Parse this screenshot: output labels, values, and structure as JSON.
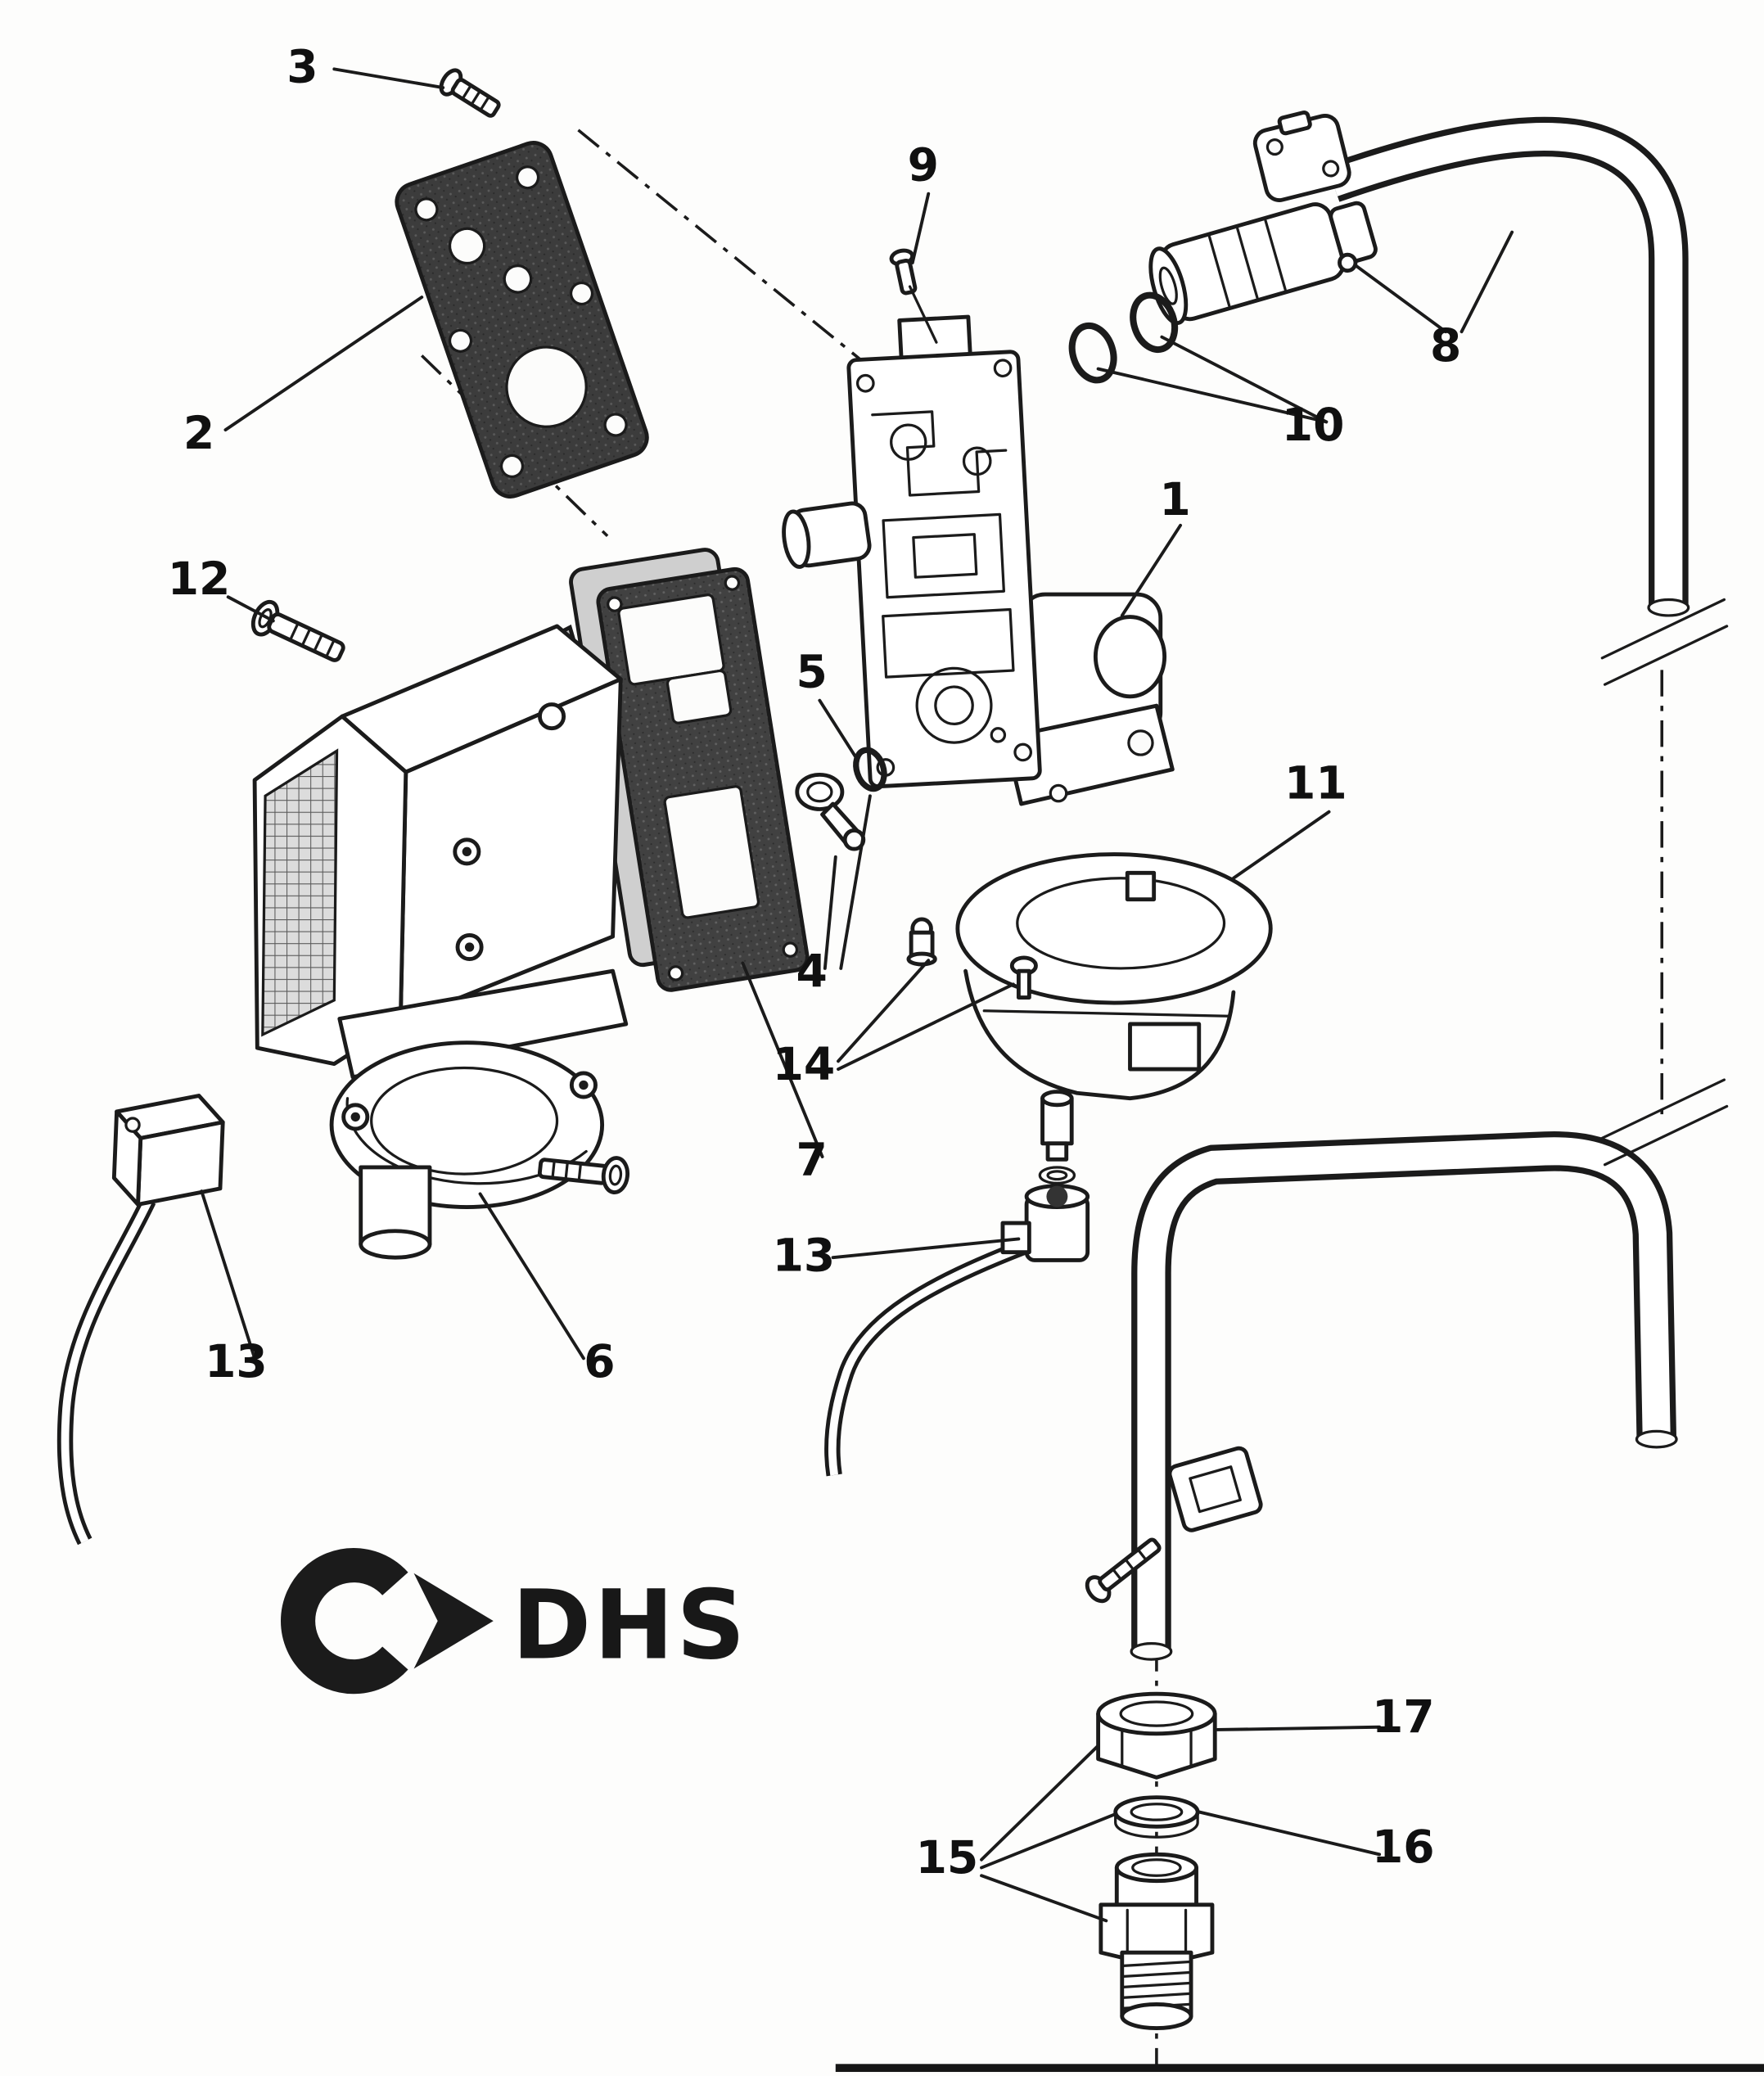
{
  "colors": {
    "background": "#ffffff",
    "line": "#1b1b1b",
    "gasket_fill": "#3c3c3c",
    "plate_fill": "#414141",
    "light_plate_fill": "#cfcfcf"
  },
  "logo": {
    "text": "DHS"
  },
  "callouts": {
    "c1": {
      "label": "1"
    },
    "c2": {
      "label": "2"
    },
    "c3": {
      "label": "3"
    },
    "c4": {
      "label": "4"
    },
    "c5": {
      "label": "5"
    },
    "c6": {
      "label": "6"
    },
    "c7": {
      "label": "7"
    },
    "c8": {
      "label": "8"
    },
    "c9": {
      "label": "9"
    },
    "c10": {
      "label": "10"
    },
    "c11": {
      "label": "11"
    },
    "c12": {
      "label": "12"
    },
    "c13a": {
      "label": "13"
    },
    "c13b": {
      "label": "13"
    },
    "c14": {
      "label": "14"
    },
    "c15": {
      "label": "15"
    },
    "c16": {
      "label": "16"
    },
    "c17": {
      "label": "17"
    }
  }
}
